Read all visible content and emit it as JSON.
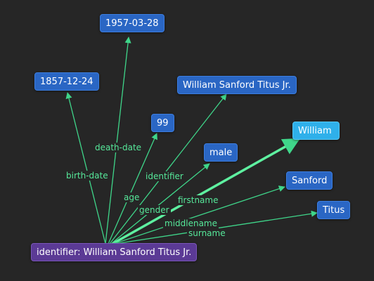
{
  "graph": {
    "source": {
      "label": "identifier: William Sanford Titus Jr."
    },
    "targets": [
      {
        "key": "date1957",
        "label": "1957-03-28"
      },
      {
        "key": "date1857",
        "label": "1857-12-24"
      },
      {
        "key": "fullname",
        "label": "William Sanford Titus Jr."
      },
      {
        "key": "age",
        "label": "99"
      },
      {
        "key": "gender",
        "label": "male"
      },
      {
        "key": "first",
        "label": "William"
      },
      {
        "key": "middle",
        "label": "Sanford"
      },
      {
        "key": "last",
        "label": "Titus"
      }
    ],
    "edges": [
      {
        "label": "death-date",
        "to": "date1957"
      },
      {
        "label": "birth-date",
        "to": "date1857"
      },
      {
        "label": "identifier",
        "to": "fullname"
      },
      {
        "label": "age",
        "to": "age"
      },
      {
        "label": "gender",
        "to": "gender"
      },
      {
        "label": "firstname",
        "to": "first"
      },
      {
        "label": "middlename",
        "to": "middle"
      },
      {
        "label": "surname",
        "to": "last"
      }
    ],
    "colors": {
      "edge": "#3fd68a",
      "edge_label": "#56e89a",
      "node": "#2a66c4",
      "selected_node": "#2fb0ea",
      "source_node": "#5b3a95"
    }
  }
}
